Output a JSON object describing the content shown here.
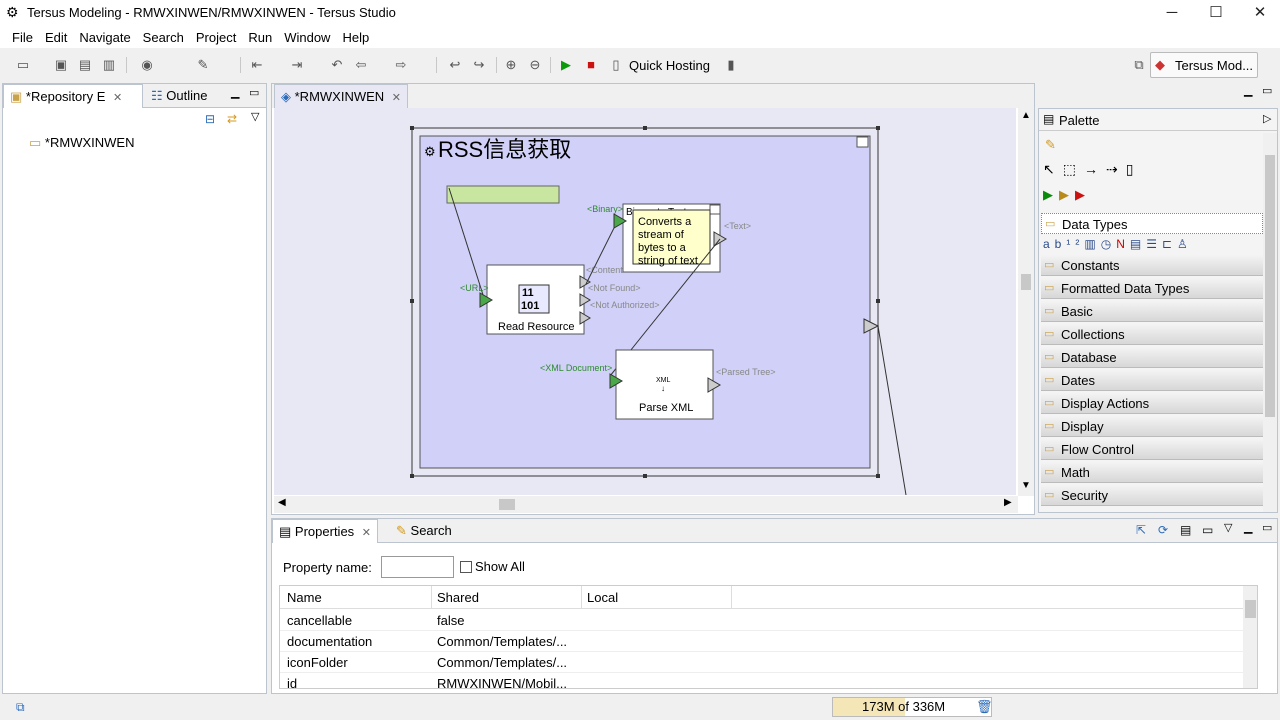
{
  "window": {
    "title": "Tersus Modeling - RMWXINWEN/RMWXINWEN - Tersus Studio"
  },
  "menu": [
    "File",
    "Edit",
    "Navigate",
    "Search",
    "Project",
    "Run",
    "Window",
    "Help"
  ],
  "toolbar": {
    "quick_hosting": "Quick Hosting",
    "perspective": "Tersus Mod..."
  },
  "left_view": {
    "tabs": [
      "*Repository E",
      "Outline"
    ],
    "tree_root": "*RMWXINWEN"
  },
  "editor": {
    "tab": "*RMWXINWEN",
    "diagram": {
      "title": "RSS信息获取",
      "tooltip": [
        "Converts a",
        "stream of",
        "bytes to a",
        "string of text"
      ],
      "binary_to_text_label": "Binary to Text",
      "read_resource": "Read Resource",
      "parse_xml": "Parse XML",
      "xml_icon_text": "XML",
      "ports": {
        "url": "<URL>",
        "binary": "<Binary>",
        "text": "<Text>",
        "content": "<Content>",
        "not_found": "<Not Found>",
        "not_authorized": "<Not Authorized>",
        "xml_document": "<XML Document>",
        "parsed_tree": "<Parsed Tree>"
      },
      "icon_digits_top": "11",
      "icon_digits_bottom": "101"
    }
  },
  "palette": {
    "title": "Palette",
    "categories": [
      "Data Types",
      "Constants",
      "Formatted Data Types",
      "Basic",
      "Collections",
      "Database",
      "Dates",
      "Display Actions",
      "Display",
      "Flow Control",
      "Math",
      "Security"
    ]
  },
  "properties": {
    "tabs": [
      "Properties",
      "Search"
    ],
    "property_name_label": "Property name:",
    "property_name_value": "",
    "show_all_label": "Show All",
    "columns": [
      "Name",
      "Shared",
      "Local"
    ],
    "rows": [
      {
        "name": "cancellable",
        "shared": "false",
        "local": ""
      },
      {
        "name": "documentation",
        "shared": "Common/Templates/...",
        "local": ""
      },
      {
        "name": "iconFolder",
        "shared": "Common/Templates/...",
        "local": ""
      },
      {
        "name": "id",
        "shared": "RMWXINWEN/Mobil...",
        "local": ""
      }
    ]
  },
  "status": {
    "memory": "173M of 336M",
    "memory_fraction": 0.515
  }
}
